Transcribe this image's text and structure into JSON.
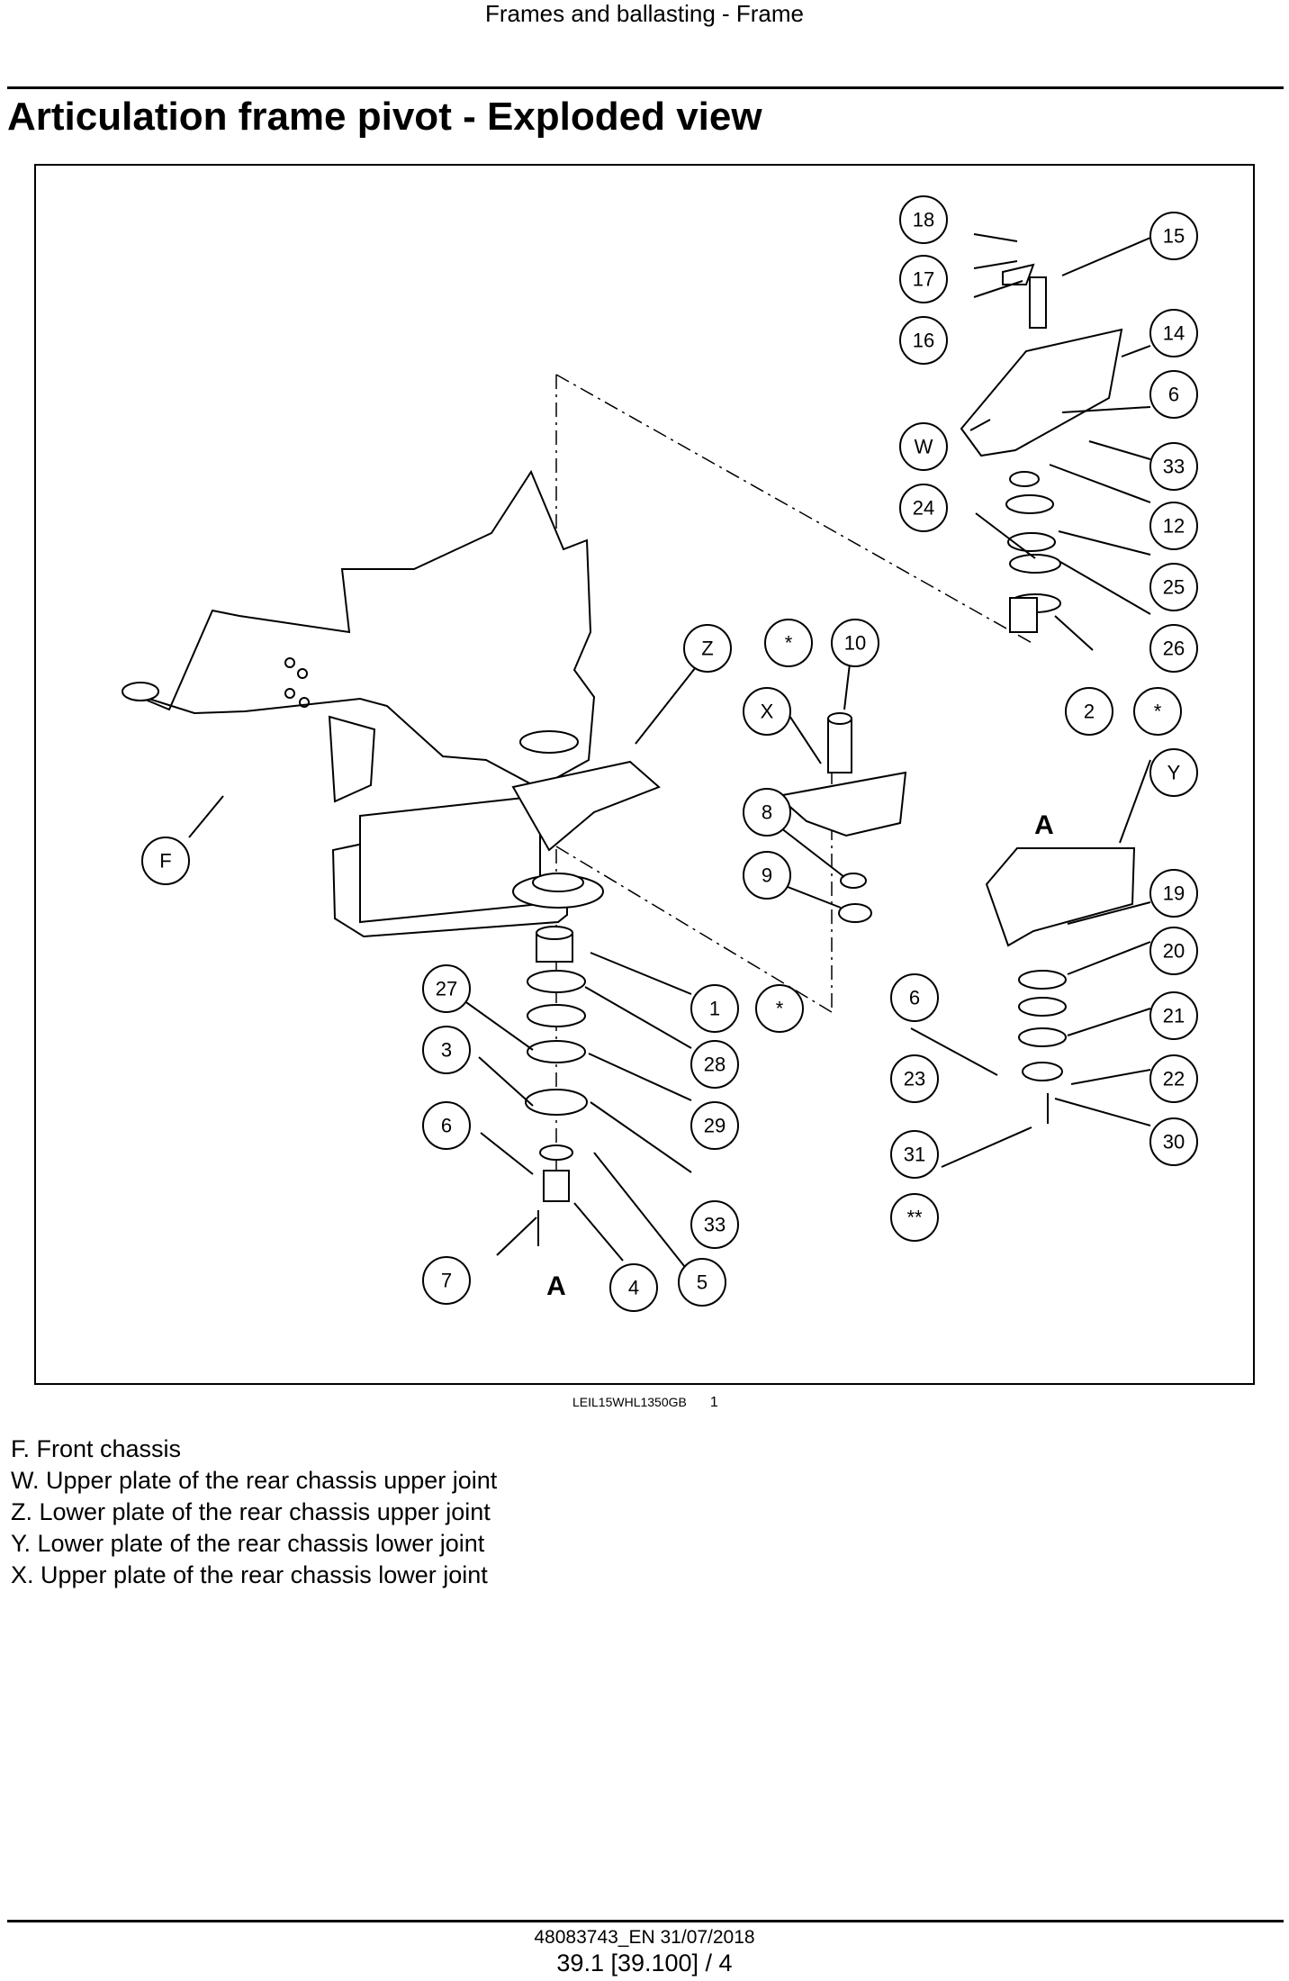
{
  "header": {
    "section": "Frames and ballasting - Frame"
  },
  "page": {
    "title": "Articulation frame pivot - Exploded view"
  },
  "figure": {
    "image_code": "LEIL15WHL1350GB",
    "figure_number": "1",
    "view_labels": [
      "A",
      "A"
    ],
    "callouts": [
      "18",
      "17",
      "16",
      "15",
      "14",
      "6",
      "W",
      "33",
      "24",
      "12",
      "25",
      "26",
      "Z",
      "*",
      "10",
      "X",
      "2",
      "*",
      "Y",
      "8",
      "A",
      "F",
      "9",
      "19",
      "20",
      "27",
      "1",
      "*",
      "6",
      "21",
      "3",
      "28",
      "23",
      "22",
      "6",
      "29",
      "30",
      "31",
      "33",
      "**",
      "7",
      "4",
      "5"
    ]
  },
  "legend": {
    "items": [
      "F. Front chassis",
      "W. Upper plate of the rear chassis upper joint",
      "Z. Lower plate of the rear chassis upper joint",
      "Y. Lower plate of the rear chassis lower joint",
      "X. Upper plate of the rear chassis lower joint"
    ]
  },
  "footer": {
    "document": "48083743_EN 31/07/2018",
    "page": "39.1 [39.100] / 4"
  }
}
